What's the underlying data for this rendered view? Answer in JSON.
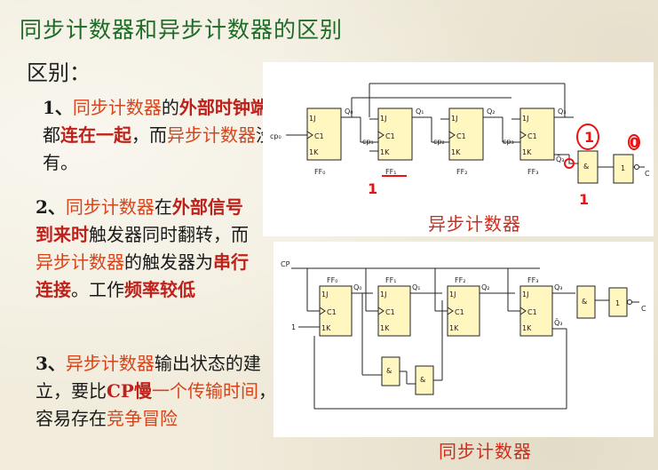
{
  "title": "同步计数器和异步计数器的区别",
  "subhead": "区别：",
  "p1": {
    "a": "1、",
    "b": "同步计数器",
    "c": "的",
    "d": "外部时钟端",
    "e": "都",
    "f": "连在一起",
    "g": "，而",
    "h": "异步计数器",
    "i": "没有。"
  },
  "p2": {
    "a": "2、",
    "b": "同步计数器",
    "c": "在",
    "d": "外部信号到来时",
    "e": "触发器同时翻转，而",
    "f": "异步计数器",
    "g": "的触发器为",
    "h": "串行连接",
    "i": "。工作",
    "j": "频率较低"
  },
  "p3": {
    "a": "3、",
    "b": "异步计数器",
    "c": "输出状态的建立，要比",
    "d": "CP",
    "e": "慢",
    "f": "一个传输时间",
    "g": "，容易存在",
    "h": "竞争冒险"
  },
  "async_diagram": {
    "caption": "异步计数器",
    "cp_labels": [
      "cp₀",
      "cp₁",
      "cp₂",
      "cp₃"
    ],
    "ff_labels": [
      "FF₀",
      "FF₁",
      "FF₂",
      "FF₃"
    ],
    "q_labels": [
      "Q₀",
      "Q₁",
      "Q₂",
      "Q₃"
    ],
    "qbar_label": "Q̄₃",
    "pin_j": "1J",
    "pin_c": "C1",
    "pin_k": "1K",
    "and_label": "&",
    "buf_label": "1",
    "out_label": "C",
    "handwritten": [
      "1",
      "1",
      "1",
      "0"
    ]
  },
  "sync_diagram": {
    "caption": "同步计数器",
    "cp_label": "CP",
    "input_label": "1",
    "ff_labels": [
      "FF₀",
      "FF₁",
      "FF₂",
      "FF₃"
    ],
    "q_labels": [
      "Q₀",
      "Q₁",
      "Q₂",
      "Q₃"
    ],
    "qbar_label": "Q̄₃",
    "pin_j": "1J",
    "pin_c": "C1",
    "pin_k": "1K",
    "and_label": "&",
    "buf_label": "1",
    "out_label": "C"
  }
}
